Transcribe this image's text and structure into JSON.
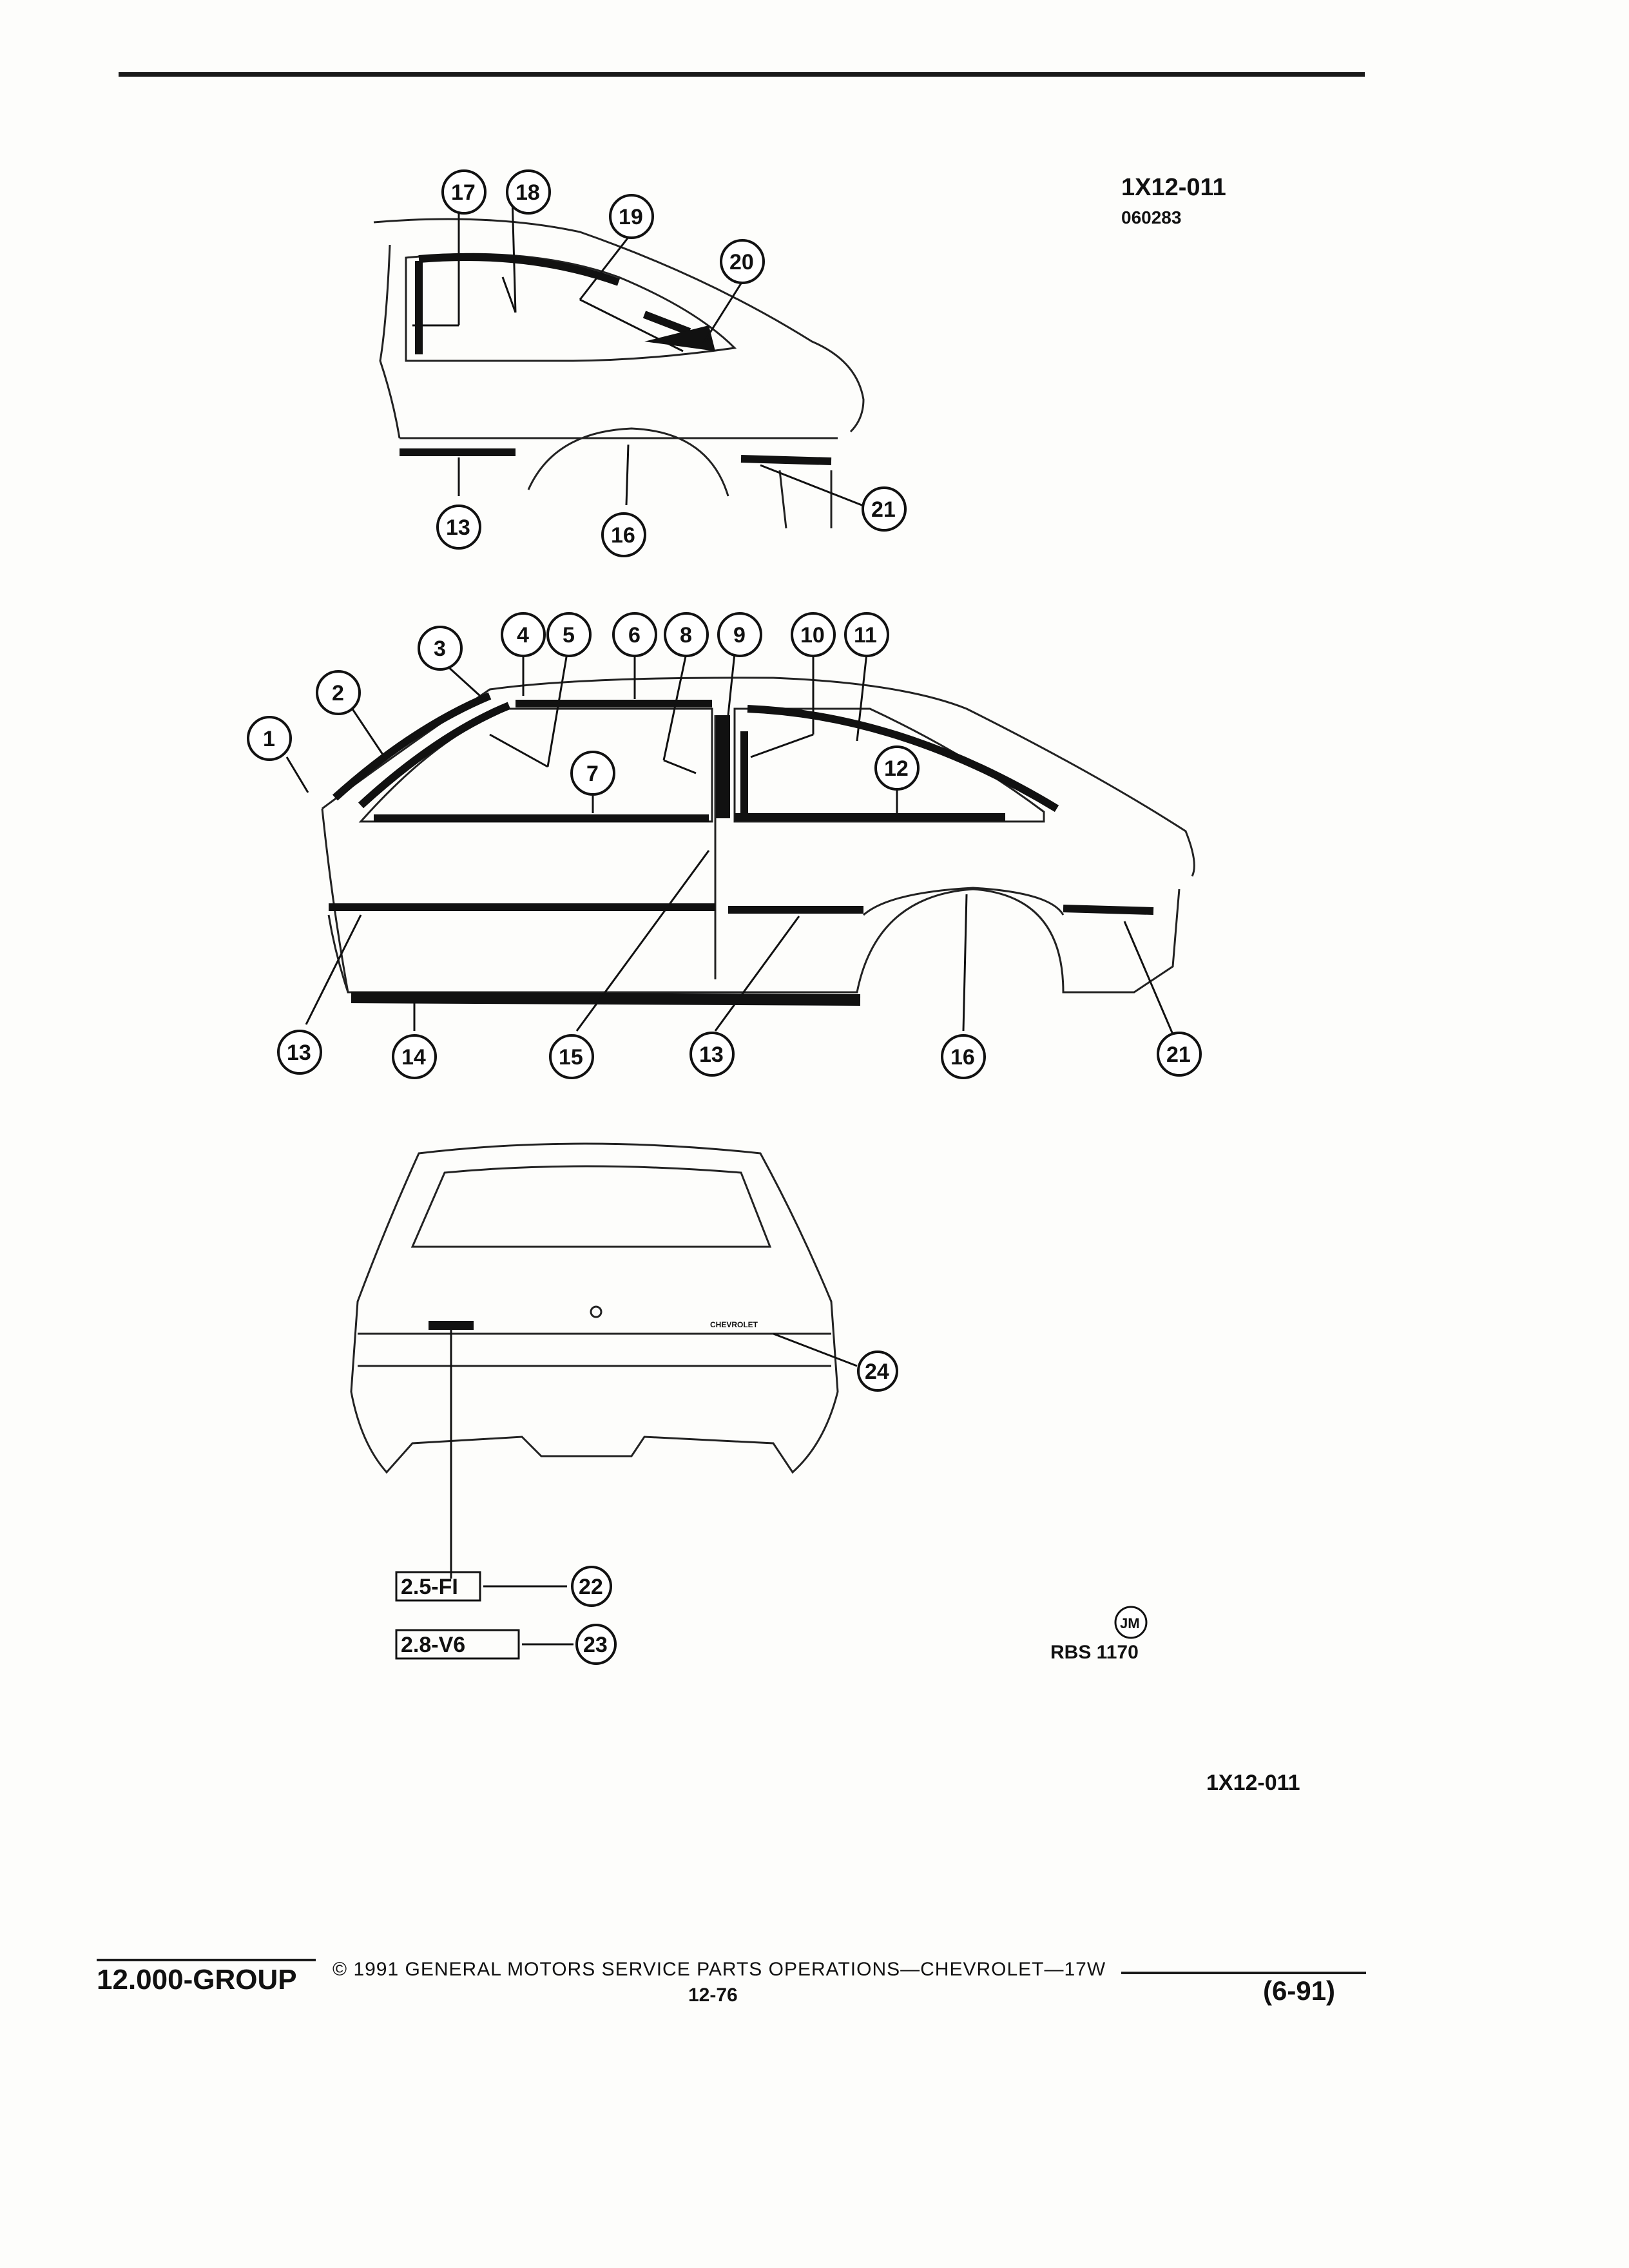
{
  "figure": {
    "id": "1X12-011",
    "date_code": "060283",
    "id_bottom": "1X12-011",
    "reference": "RBS 1170",
    "stamp": "JM"
  },
  "callouts": {
    "c1": "1",
    "c2": "2",
    "c3": "3",
    "c4": "4",
    "c5": "5",
    "c6": "6",
    "c7": "7",
    "c8": "8",
    "c9": "9",
    "c10": "10",
    "c11": "11",
    "c12": "12",
    "c13": "13",
    "c14": "14",
    "c15": "15",
    "c16": "16",
    "c17": "17",
    "c18": "18",
    "c19": "19",
    "c20": "20",
    "c21": "21",
    "c22": "22",
    "c23": "23",
    "c24": "24"
  },
  "emblems": {
    "rear_script": "CHEVROLET",
    "badge_22": "2.5-FI",
    "badge_23": "2.8-V6"
  },
  "footer": {
    "group": "12.000-GROUP",
    "copyright": "© 1991 GENERAL MOTORS SERVICE PARTS OPERATIONS—CHEVROLET—17W",
    "page": "12-76",
    "revision": "(6-91)"
  }
}
